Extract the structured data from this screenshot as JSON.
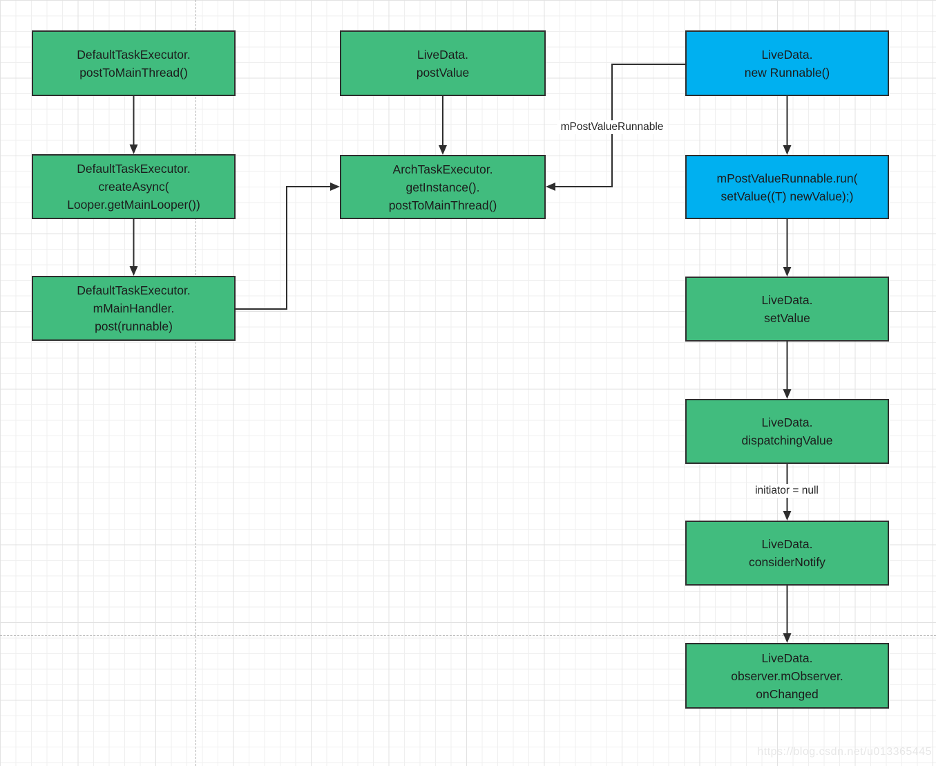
{
  "diagram": {
    "description": "LiveData postValue flow chart",
    "colors": {
      "node_green": "#41BC7E",
      "node_blue": "#00B0F0",
      "node_border": "#2e2e2e",
      "edge": "#2e2e2e",
      "grid_minor": "#efefef",
      "grid_major": "#e2e2e2",
      "page_boundary": "#b3b3b3",
      "watermark_text": "#e7e7e7"
    },
    "nodes": [
      {
        "id": "default-task-executor-post-to-main-thread",
        "type": "green",
        "text": "DefaultTaskExecutor.\npostToMainThread()"
      },
      {
        "id": "default-task-executor-create-async",
        "type": "green",
        "text": "DefaultTaskExecutor.\ncreateAsync(\nLooper.getMainLooper())"
      },
      {
        "id": "default-task-executor-main-handler-post",
        "type": "green",
        "text": "DefaultTaskExecutor.\nmMainHandler.\npost(runnable)"
      },
      {
        "id": "live-data-post-value",
        "type": "green",
        "text": "LiveData.\npostValue"
      },
      {
        "id": "arch-task-executor-get-instance-post-to-main-thread",
        "type": "green",
        "text": "ArchTaskExecutor.\ngetInstance().\npostToMainThread()"
      },
      {
        "id": "live-data-new-runnable",
        "type": "blue",
        "text": "LiveData.\nnew Runnable()"
      },
      {
        "id": "m-post-value-runnable-run",
        "type": "blue",
        "text": "mPostValueRunnable.run(\nsetValue((T) newValue);)"
      },
      {
        "id": "live-data-set-value",
        "type": "green",
        "text": "LiveData.\nsetValue"
      },
      {
        "id": "live-data-dispatching-value",
        "type": "green",
        "text": "LiveData.\ndispatchingValue"
      },
      {
        "id": "live-data-consider-notify",
        "type": "green",
        "text": "LiveData.\nconsiderNotify"
      },
      {
        "id": "live-data-observer-on-changed",
        "type": "green",
        "text": "LiveData.\nobserver.mObserver.\nonChanged"
      }
    ],
    "edge_labels": [
      {
        "id": "m-post-value-runnable",
        "text": "mPostValueRunnable"
      },
      {
        "id": "initiator-null",
        "text": "initiator = null"
      }
    ],
    "watermark": "https://blog.csdn.net/u013365445"
  }
}
